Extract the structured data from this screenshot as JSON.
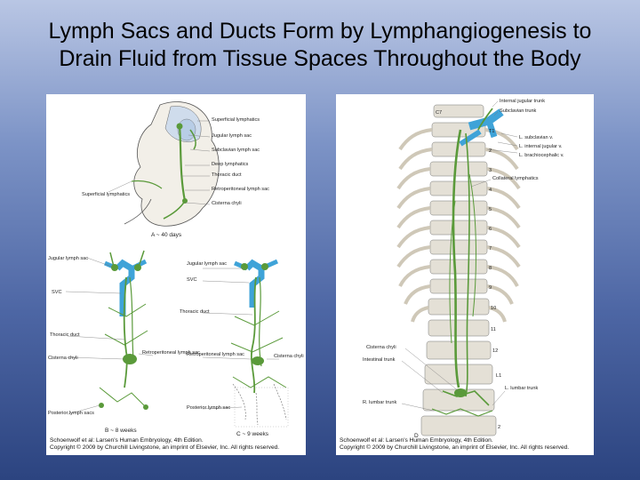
{
  "slide": {
    "title_line1": "Lymph Sacs and Ducts Form by Lymphangiogenesis to",
    "title_line2": "Drain Fluid from Tissue Spaces Throughout the Body"
  },
  "left_figure": {
    "panel_a": {
      "sublabel": "A    ~ 40 days",
      "labels": [
        "Superficial lymphatics",
        "Jugular lymph sac",
        "Subclavian lymph sac",
        "Deep lymphatics",
        "Thoracic duct",
        "Retroperitoneal lymph sac",
        "Cisterna chyli",
        "Superficial lymphatics"
      ]
    },
    "panel_b": {
      "sublabel": "B    ~ 8 weeks",
      "labels": [
        "Jugular lymph sac",
        "SVC",
        "Thoracic duct",
        "Retroperitoneal lymph sac",
        "Cisterna chyli",
        "Posterior lymph sacs"
      ]
    },
    "panel_c": {
      "sublabel": "C    ~ 9 weeks",
      "labels": [
        "Jugular lymph sac",
        "SVC",
        "Thoracic duct",
        "Retroperitoneal lymph sac",
        "Cisterna chyli",
        "Posterior lymph sac"
      ]
    },
    "credit_line1": "Schoenwolf et al: Larsen's Human Embryology, 4th Edition.",
    "credit_line2": "Copyright © 2009 by Churchill Livingstone, an imprint of Elsevier, Inc. All rights reserved."
  },
  "right_figure": {
    "labels_right": [
      "Internal jugular trunk",
      "Subclavian trunk",
      "L. subclavian v.",
      "L. internal jugular v.",
      "L. brachiocephalic v.",
      "Collateral lymphatics",
      "L. lumbar trunk"
    ],
    "labels_left": [
      "Cisterna chyli",
      "Intestinal trunk",
      "R. lumbar trunk"
    ],
    "vertebra_numbers": [
      "C7",
      "T1",
      "2",
      "3",
      "4",
      "5",
      "6",
      "7",
      "8",
      "9",
      "10",
      "11",
      "12",
      "L1",
      "2"
    ],
    "sublabel": "D",
    "credit_line1": "Schoenwolf et al: Larsen's Human Embryology, 4th Edition.",
    "credit_line2": "Copyright © 2009 by Churchill Livingstone, an imprint of Elsevier, Inc. All rights reserved."
  },
  "colors": {
    "lymph_green": "#5a9a3a",
    "vein_blue": "#3fa3d8"
  }
}
